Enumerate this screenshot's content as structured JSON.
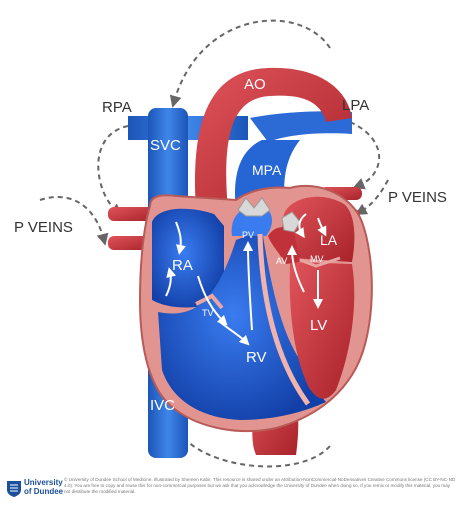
{
  "labels": {
    "ao": "AO",
    "rpa": "RPA",
    "lpa": "LPA",
    "svc": "SVC",
    "mpa": "MPA",
    "p_veins_left": "P VEINS",
    "p_veins_right": "P VEINS",
    "la": "LA",
    "ra": "RA",
    "pv": "PV",
    "av": "AV",
    "mv": "MV",
    "tv": "TV",
    "rv": "RV",
    "lv": "LV",
    "ivc": "IVC"
  },
  "footer": {
    "logo_line1": "University",
    "logo_line2": "of Dundee",
    "credit_line1": "© University of Dundee School of Medicine. Illustrated by Shereen Kabir. This resource is shared under an Attribution-NonCommercial-NoDerivatives Creative Commons license (CC BY-NC-ND",
    "credit_line2": "4.0). You are free to copy and reuse this for non-commercial purposes but we ask that you acknowledge the University of Dundee when doing so. If you remix or modify this material, you may",
    "credit_line3": "not distribute the modified material."
  },
  "colors": {
    "deoxygenated_blue": "#1f5fd1",
    "oxygenated_red": "#c8343b",
    "wall_pink": "#e08a86",
    "flow_arrow_white": "#ffffff",
    "external_arrow_gray": "#666666",
    "brand_blue": "#1c4f9c"
  }
}
